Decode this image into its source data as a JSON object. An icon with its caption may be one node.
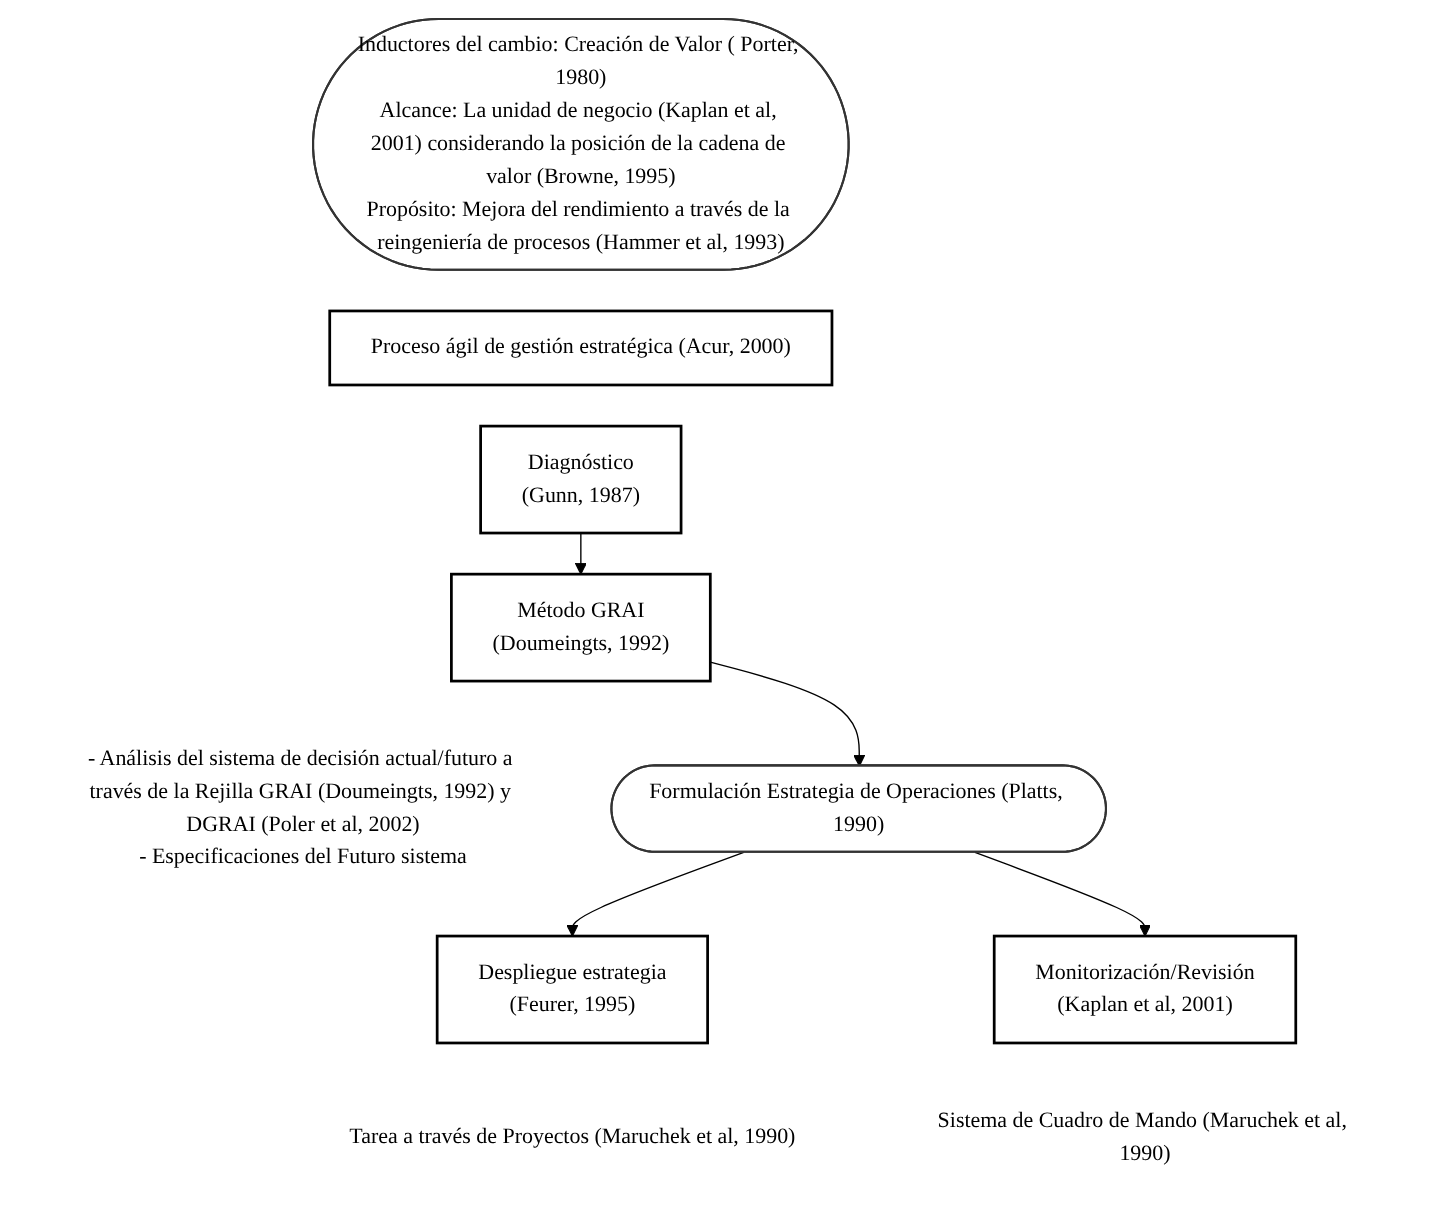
{
  "diagram": {
    "nodes": [
      {
        "text": [
          "Inductores del cambio: Creación de Valor ( Porter, 1980)",
          "Alcance: La unidad de negocio (Kaplan et al, 2001) considerando la posición de la cadena de valor (Browne, 1995)",
          "Propósito: Mejora del rendimiento a través de la reingeniería de procesos (Hammer et al, 1993)"
        ]
      },
      {
        "text": [
          "Proceso ágil de gestión estratégica (Acur, 2000)"
        ]
      },
      {
        "text": [
          "Diagnóstico",
          "(Gunn, 1987)"
        ]
      },
      {
        "text": [
          "Método GRAI",
          "(Doumeingts, 1992)"
        ],
        "beside": [
          "- Análisis del sistema de decisión actual/futuro a través de la Rejilla GRAI (Doumeingts, 1992) y DGRAI (Poler et al, 2002)",
          "- Especificaciones del Futuro sistema"
        ]
      },
      {
        "text": [
          "Formulación Estrategia de Operaciones (Platts, 1990)"
        ]
      },
      {
        "text": [
          "Despliegue estrategia",
          "(Feurer, 1995)"
        ],
        "beside": [
          "Tarea a través de Proyectos (Maruchek et al, 1990)"
        ]
      },
      {
        "text": [
          "Monitorización/Revisión",
          "(Kaplan et al, 2001)"
        ],
        "beside": [
          "Sistema de Cuadro de Mando (Maruchek et al, 1990)"
        ]
      }
    ],
    "edges": [
      {
        "from": 2,
        "to": 3,
        "arrow": "to"
      },
      {
        "from": 3,
        "to": 4,
        "arrow": "to"
      },
      {
        "from": 4,
        "to": 5,
        "arrow": "to"
      },
      {
        "from": 4,
        "to": 6,
        "arrow": "to"
      }
    ]
  }
}
